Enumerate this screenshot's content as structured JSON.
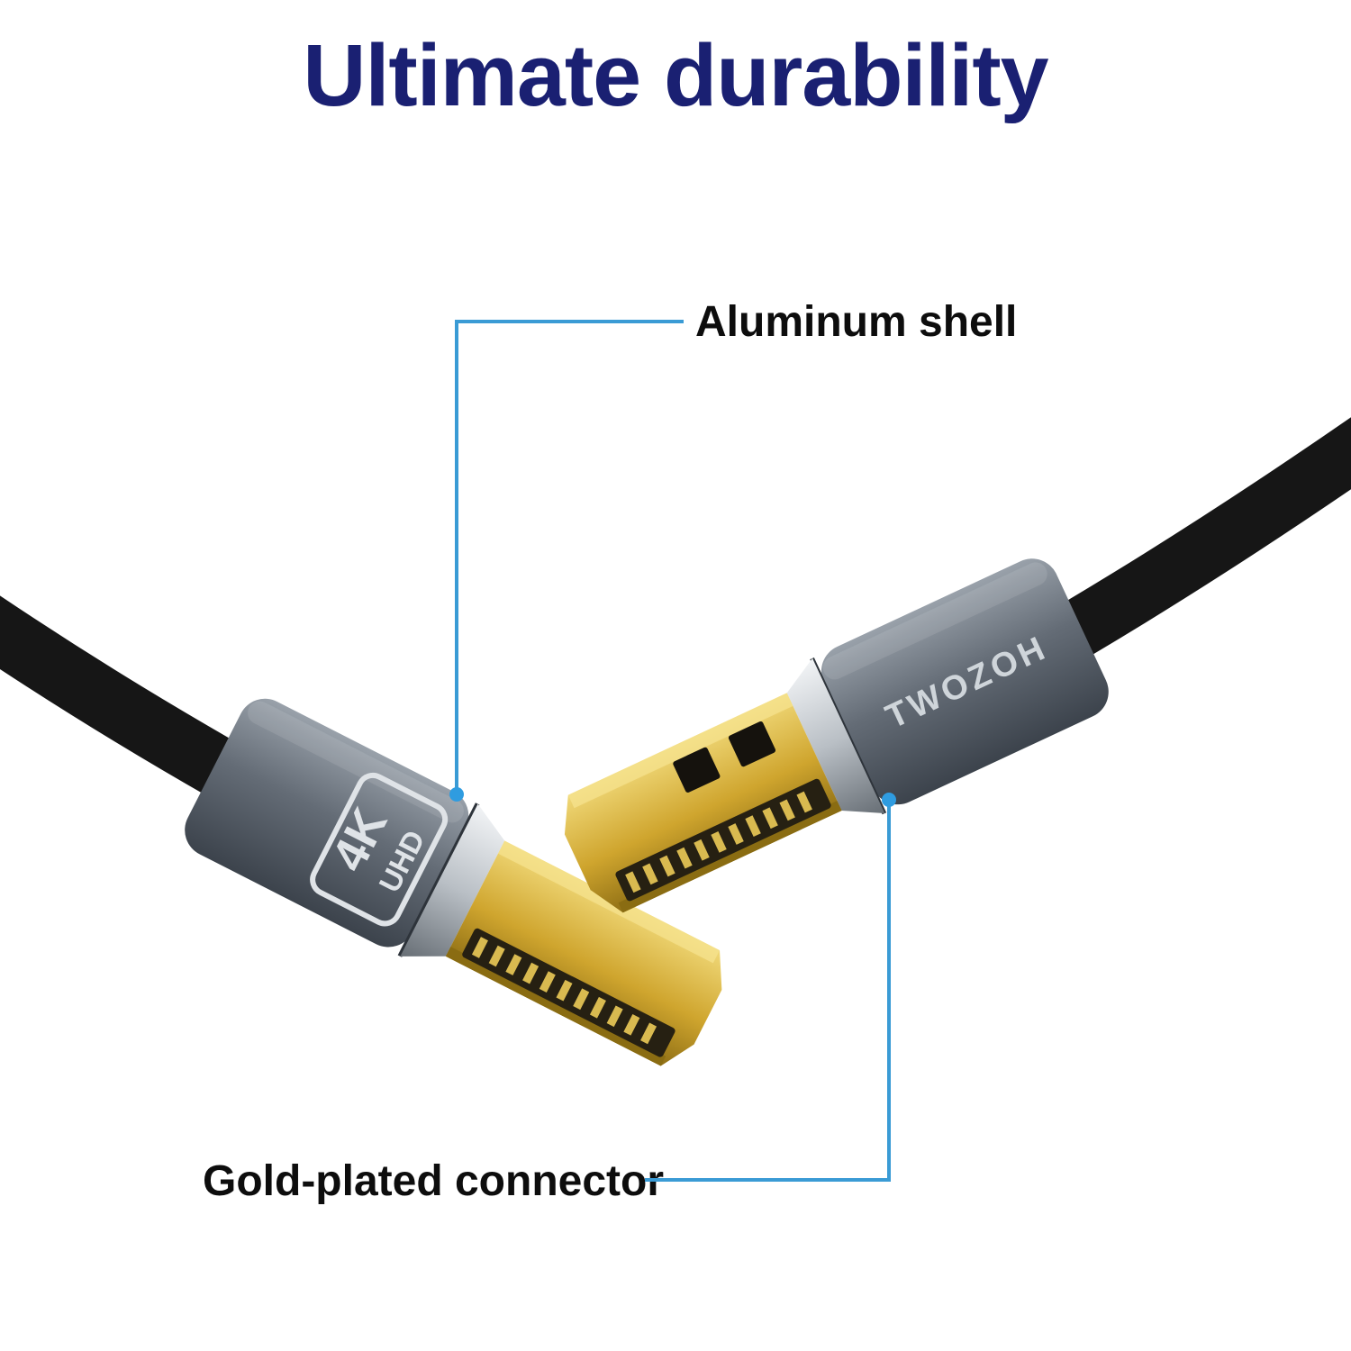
{
  "title": {
    "text": "Ultimate durability"
  },
  "callouts": {
    "aluminum_shell": "Aluminum shell",
    "gold_plated": "Gold-plated connector"
  },
  "product": {
    "brand": "TWOZOH",
    "badge_4k": "4K",
    "badge_uhd": "UHD"
  },
  "colors": {
    "title_navy": "#1a2072",
    "callout_line_blue": "#3a9bd5",
    "shell_gray": "#5a626c",
    "chamfer_silver": "#b9bfc5",
    "gold": "#c9a227",
    "cable_black": "#161616",
    "background": "#ffffff"
  }
}
